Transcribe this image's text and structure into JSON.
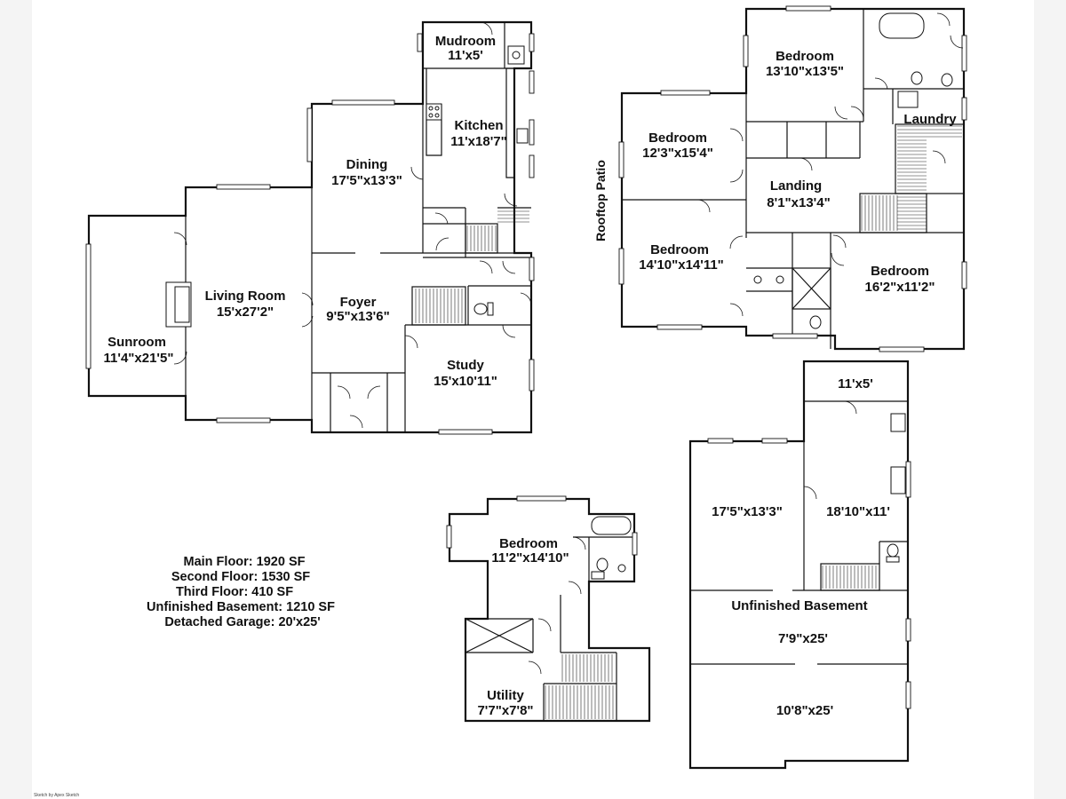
{
  "main_floor": {
    "mudroom": {
      "name": "Mudroom",
      "size": "11'x5'"
    },
    "kitchen": {
      "name": "Kitchen",
      "size": "11'x18'7\""
    },
    "dining": {
      "name": "Dining",
      "size": "17'5\"x13'3\""
    },
    "living": {
      "name": "Living Room",
      "size": "15'x27'2\""
    },
    "sunroom": {
      "name": "Sunroom",
      "size": "11'4\"x21'5\""
    },
    "foyer": {
      "name": "Foyer",
      "size": "9'5\"x13'6\""
    },
    "study": {
      "name": "Study",
      "size": "15'x10'11\""
    }
  },
  "second_floor": {
    "bedroom_top": {
      "name": "Bedroom",
      "size": "13'10\"x13'5\""
    },
    "laundry": {
      "name": "Laundry"
    },
    "bedroom_left": {
      "name": "Bedroom",
      "size": "12'3\"x15'4\""
    },
    "rooftop": {
      "name": "Rooftop Patio"
    },
    "landing": {
      "name": "Landing",
      "size": "8'1\"x13'4\""
    },
    "bedroom_bl": {
      "name": "Bedroom",
      "size": "14'10\"x14'11\""
    },
    "bedroom_br": {
      "name": "Bedroom",
      "size": "16'2\"x11'2\""
    }
  },
  "third_floor": {
    "bedroom": {
      "name": "Bedroom",
      "size": "11'2\"x14'10\""
    },
    "utility": {
      "name": "Utility",
      "size": "7'7\"x7'8\""
    }
  },
  "basement": {
    "small": {
      "size": "11'x5'"
    },
    "left_room": {
      "size": "17'5\"x13'3\""
    },
    "right_room": {
      "size": "18'10\"x11'"
    },
    "unfinished": {
      "name": "Unfinished Basement",
      "size": "7'9\"x25'"
    },
    "bottom": {
      "size": "10'8\"x25'"
    }
  },
  "summary": {
    "main": "Main Floor: 1920 SF",
    "second": "Second Floor: 1530 SF",
    "third": "Third Floor: 410 SF",
    "basement": "Unfinished Basement: 1210 SF",
    "garage": "Detached Garage: 20'x25'"
  },
  "credit": "Sketch by Apex Sketch"
}
